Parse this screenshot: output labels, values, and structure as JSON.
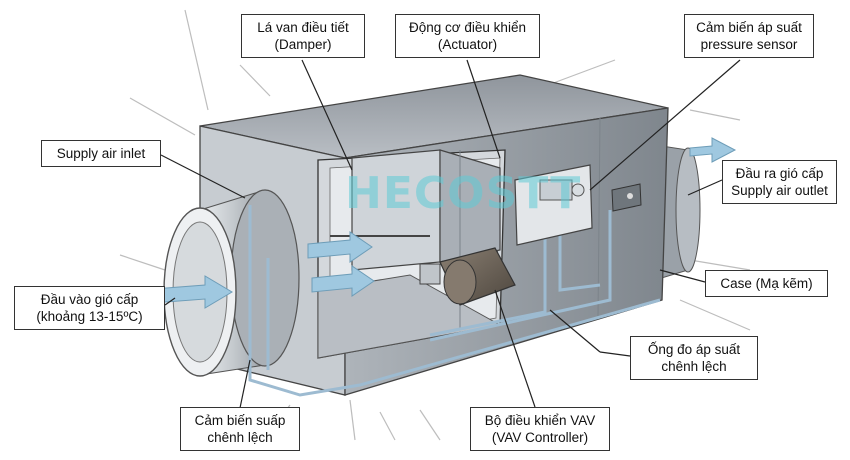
{
  "labels": {
    "damper": {
      "line1": "Lá van điều tiết",
      "line2": "(Damper)"
    },
    "actuator": {
      "line1": "Động cơ điều khiển",
      "line2": "(Actuator)"
    },
    "pressure_sensor": {
      "line1": "Cảm biến áp suất",
      "line2": "pressure sensor"
    },
    "supply_inlet": {
      "line1": "Supply air inlet"
    },
    "outlet": {
      "line1": "Đầu ra gió cấp",
      "line2": "Supply air outlet"
    },
    "case": {
      "line1": "Case (Mạ kẽm)"
    },
    "inlet_vn": {
      "line1": "Đầu vào gió cấp",
      "line2": "(khoảng 13-15ºC)"
    },
    "tube": {
      "line1": "Ống đo áp suất",
      "line2": "chênh lệch"
    },
    "vav_controller": {
      "line1": "Bộ điều khiển VAV",
      "line2": "(VAV Controller)"
    },
    "diff_sensor": {
      "line1": "Cảm biến suấp",
      "line2": "chênh lệch"
    }
  },
  "watermark": {
    "text": "HECOSTT"
  },
  "colors": {
    "casing": "#c4c9cf",
    "casing_dark": "#8e959d",
    "arrow": "#9fc8e0",
    "actuator": "#6b6257",
    "pipe": "#a8c4d8",
    "watermark": "#5fcbd6"
  }
}
